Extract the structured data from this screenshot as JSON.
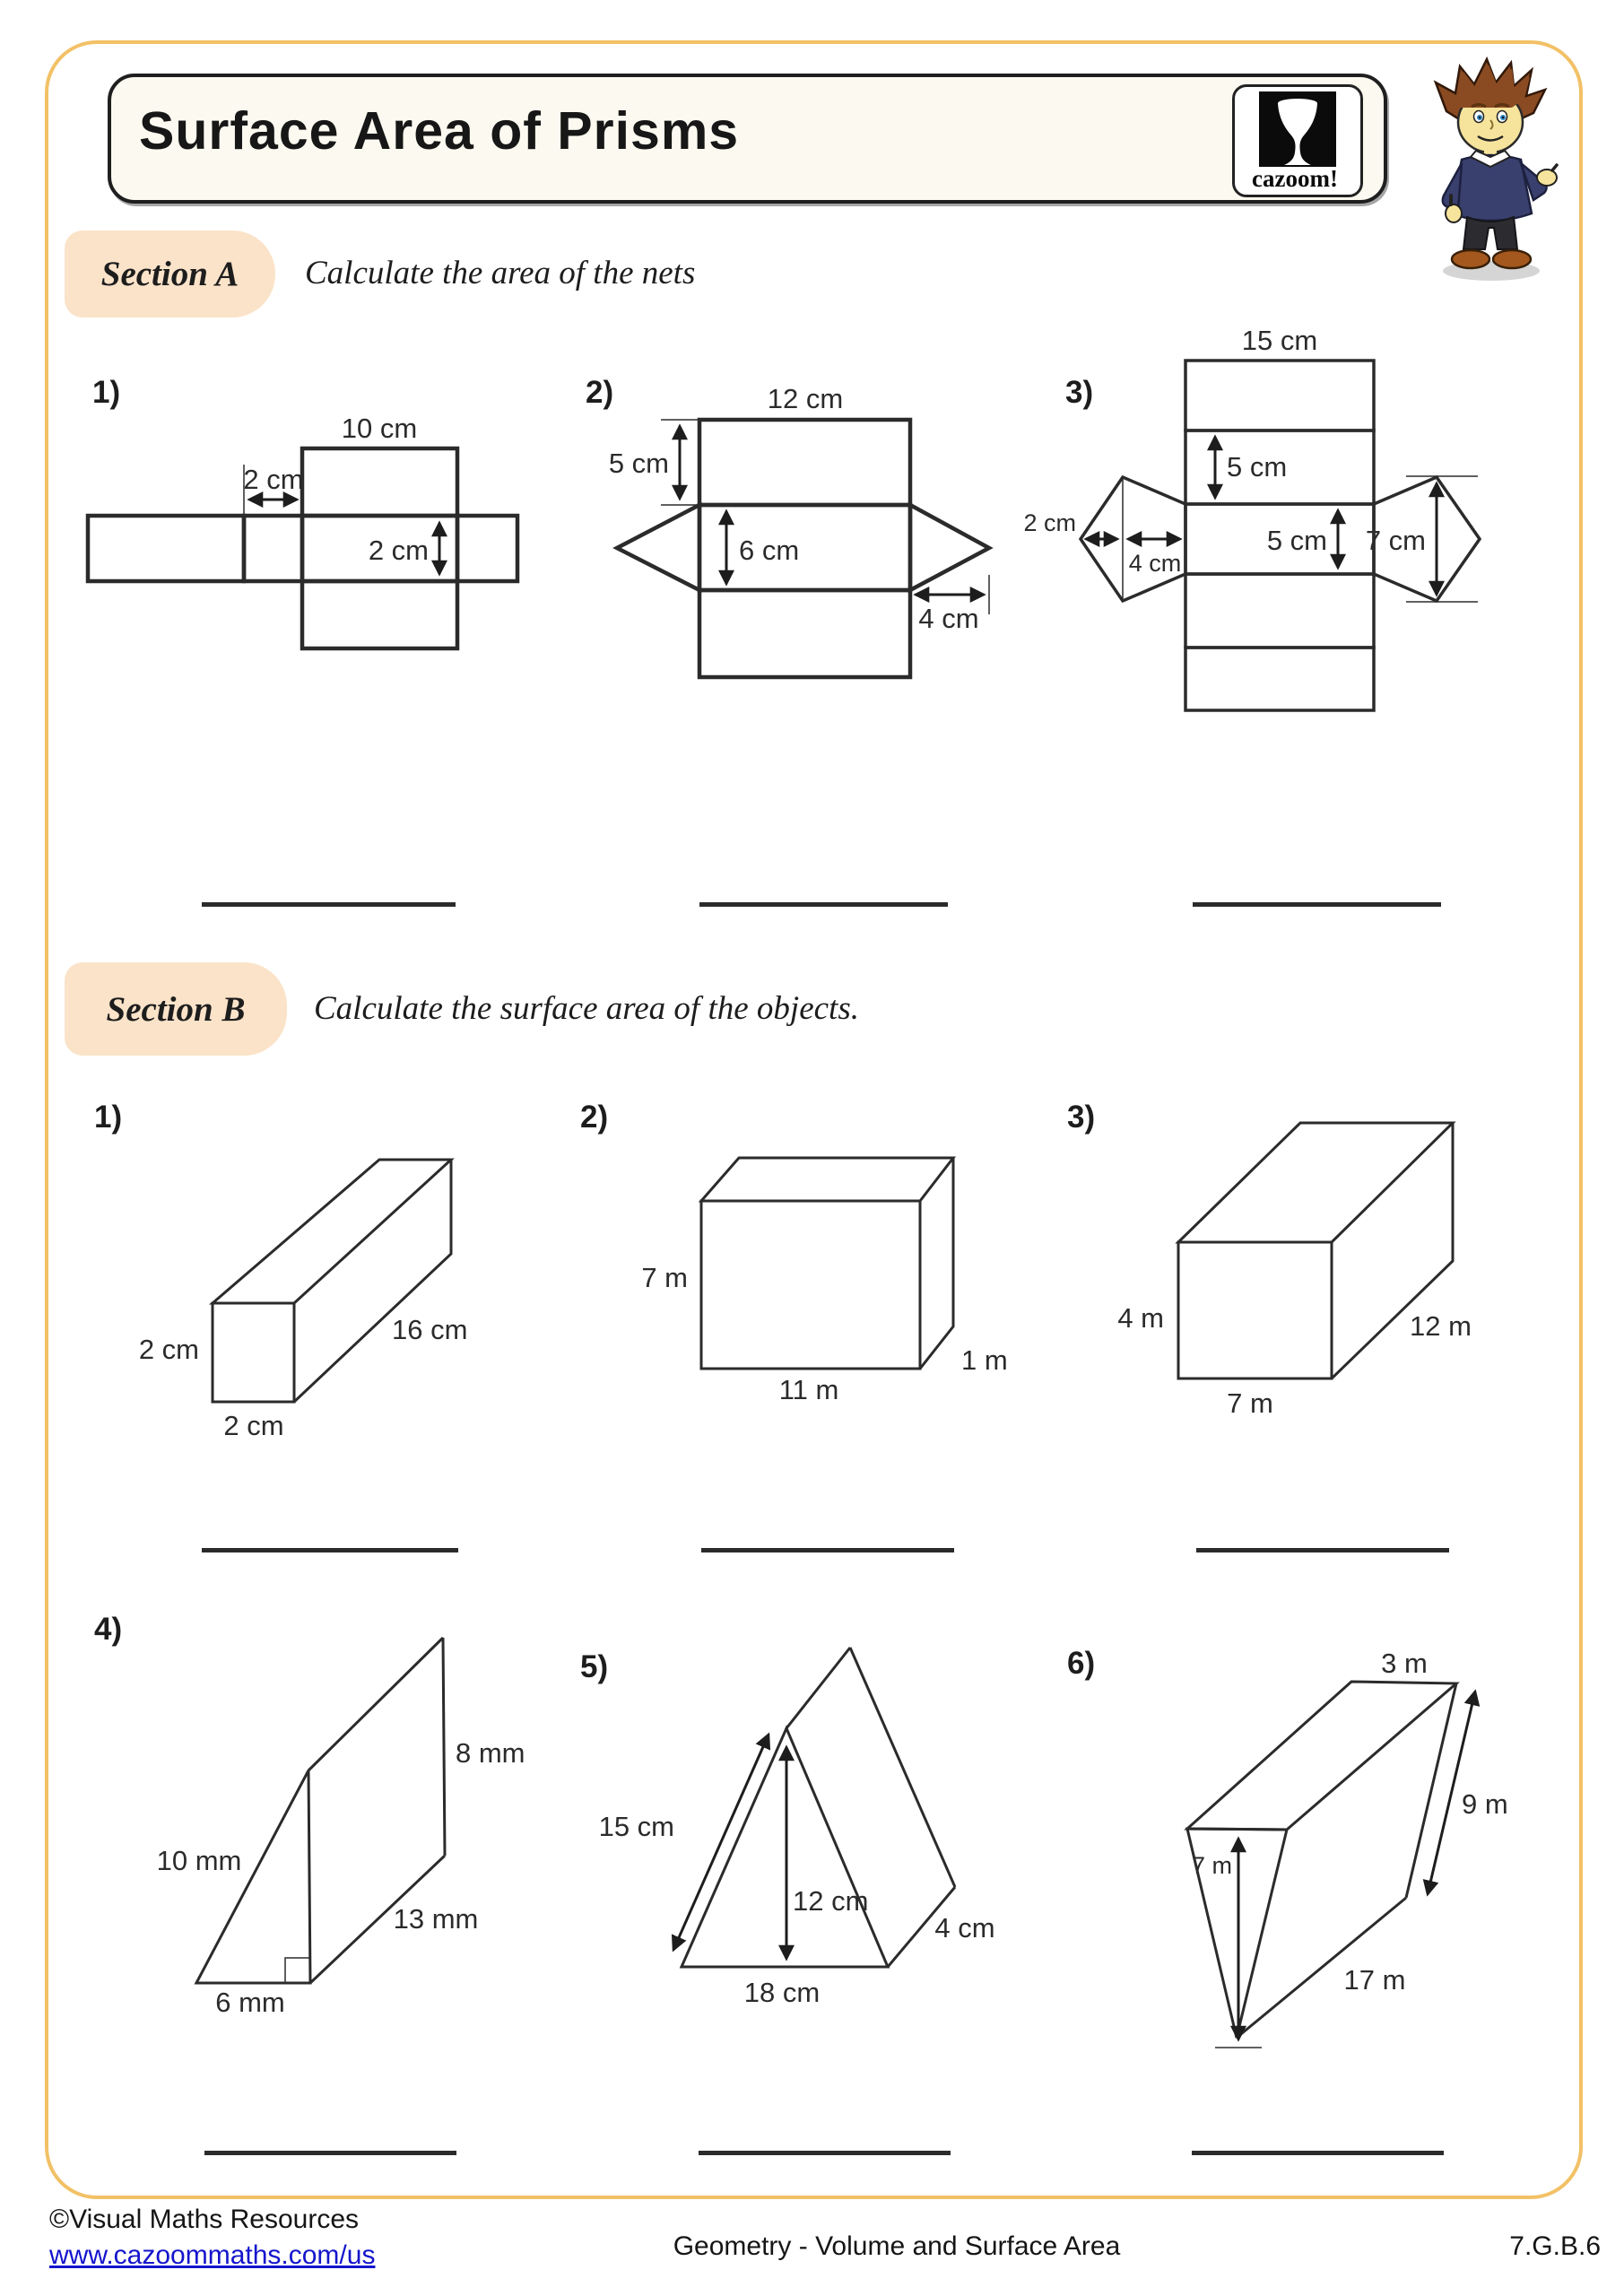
{
  "page": {
    "title": "Surface Area of Prisms",
    "logo": {
      "brand": "cazoom!"
    },
    "section_a": {
      "label": "Section A",
      "instruction": "Calculate the area of the nets"
    },
    "section_b": {
      "label": "Section B",
      "instruction": "Calculate the surface area of the objects."
    },
    "questions": {
      "a1": {
        "num": "1)",
        "top": "10 cm",
        "width": "2 cm",
        "height": "2 cm"
      },
      "a2": {
        "num": "2)",
        "top": "12 cm",
        "side": "5 cm",
        "height": "6 cm",
        "base": "4 cm"
      },
      "a3": {
        "num": "3)",
        "top": "15 cm",
        "face": "5 cm",
        "mid": "5 cm",
        "small": "2 cm",
        "kite_base": "4 cm",
        "kite_height": "7 cm"
      },
      "b1": {
        "num": "1)",
        "height": "2 cm",
        "width": "2 cm",
        "length": "16 cm"
      },
      "b2": {
        "num": "2)",
        "height": "7 m",
        "width": "11 m",
        "depth": "1 m"
      },
      "b3": {
        "num": "3)",
        "height": "4 m",
        "width": "7 m",
        "depth": "12 m"
      },
      "b4": {
        "num": "4)",
        "hypotenuse": "10 mm",
        "back_height": "8 mm",
        "depth": "13 mm",
        "base": "6 mm"
      },
      "b5": {
        "num": "5)",
        "slant": "15 cm",
        "height": "12 cm",
        "depth": "4 cm",
        "base": "18 cm"
      },
      "b6": {
        "num": "6)",
        "top": "3 m",
        "slant": "9 m",
        "height": "7 m",
        "base": "17 m"
      }
    },
    "footer": {
      "copyright": "©Visual Maths Resources",
      "link": "www.cazoommaths.com/us",
      "subject": "Geometry - Volume and Surface Area",
      "standard": "7.G.B.6"
    },
    "colors": {
      "accent_border": "#F2C166",
      "section_label_bg": "#FBE3C9",
      "header_bg": "#FCFAF0",
      "link_blue": "#1414CC",
      "line": "#2B2B2B"
    }
  }
}
